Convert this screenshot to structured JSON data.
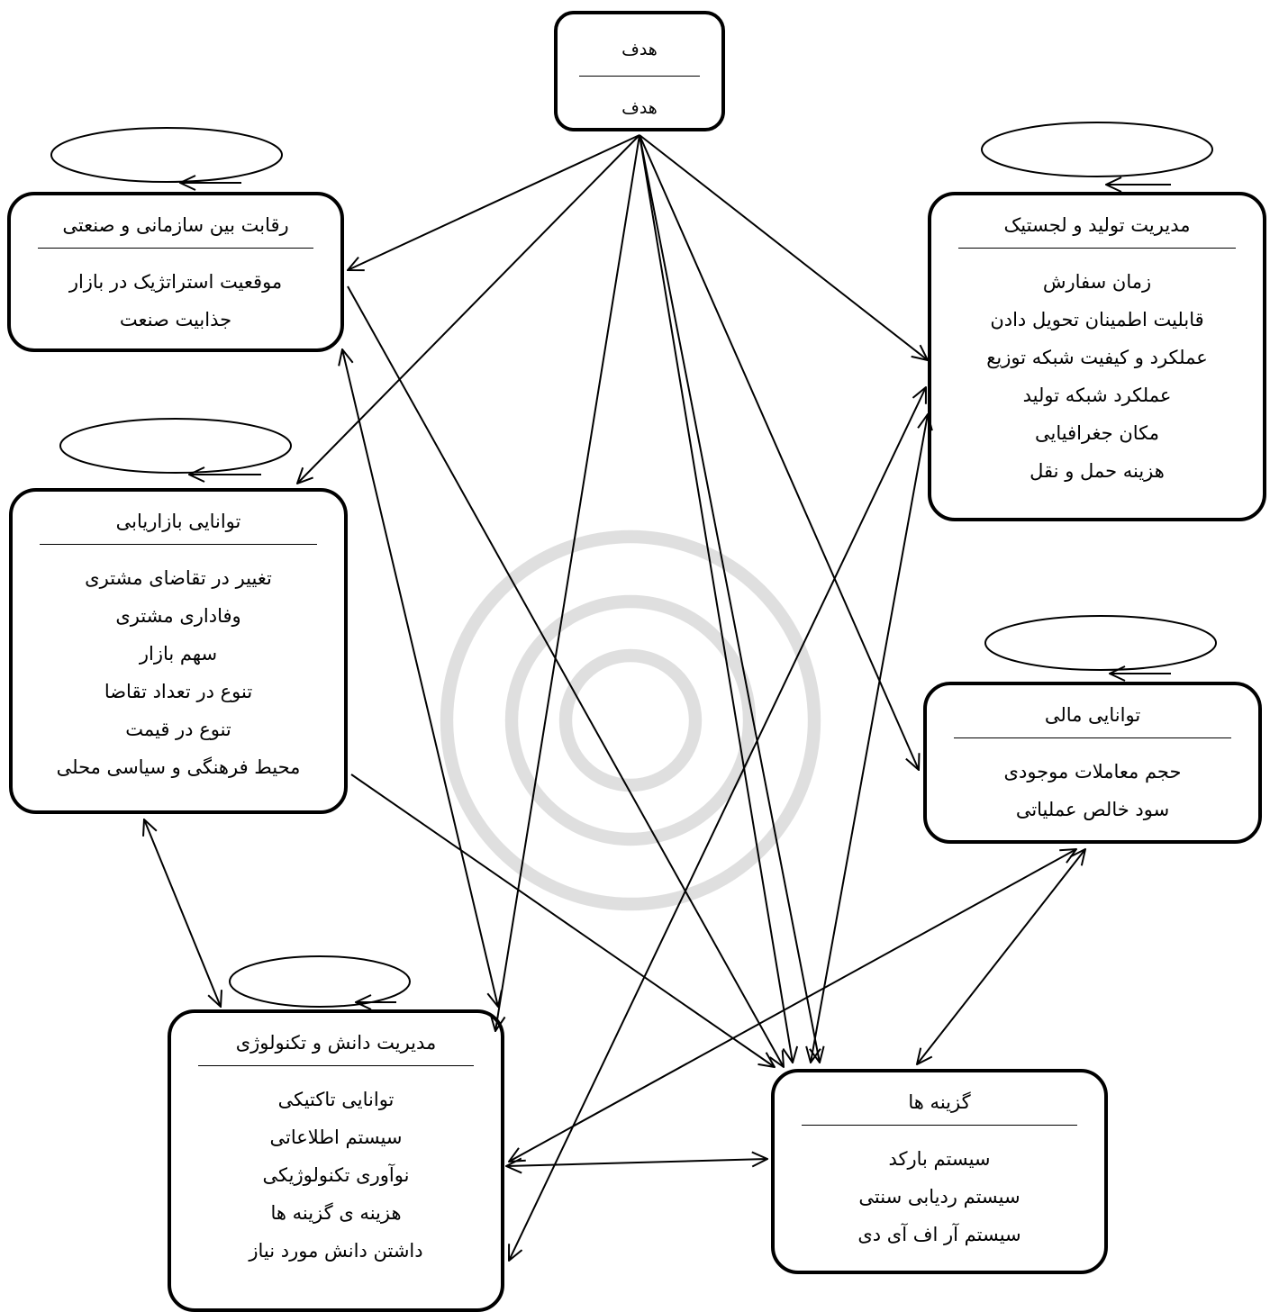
{
  "diagram": {
    "goal": {
      "title": "هدف",
      "items": [
        "هدف"
      ]
    },
    "competition": {
      "title": "رقابت بین سازمانی و صنعتی",
      "items": [
        "موقعیت استراتژیک در بازار",
        "جذابیت صنعت"
      ]
    },
    "marketing": {
      "title": "توانایی بازاریابی",
      "items": [
        "تغییر در تقاضای مشتری",
        "وفاداری مشتری",
        "سهم بازار",
        "تنوع در تعداد تقاضا",
        "تنوع در قیمت",
        "محیط فرهنگی و سیاسی محلی"
      ]
    },
    "knowledge": {
      "title": "مدیریت دانش و تکنولوژی",
      "items": [
        "توانایی تاکتیکی",
        "سیستم اطلاعاتی",
        "نوآوری تکنولوژیکی",
        "هزینه ی گزینه ها",
        "داشتن دانش مورد نیاز"
      ]
    },
    "production": {
      "title": "مدیریت تولید و لجستیک",
      "items": [
        "زمان سفارش",
        "قابلیت اطمینان تحویل دادن",
        "عملکرد و کیفیت شبکه توزیع",
        "عملکرد شبکه تولید",
        "مکان جغرافیایی",
        "هزینه حمل و نقل"
      ]
    },
    "financial": {
      "title": "توانایی مالی",
      "items": [
        "حجم معاملات موجودی",
        "سود خالص عملیاتی"
      ]
    },
    "alternatives": {
      "title": "گزینه ها",
      "items": [
        "سیستم بارکد",
        "سیستم ردیابی سنتی",
        "سیستم آر اف آی دی"
      ]
    }
  }
}
